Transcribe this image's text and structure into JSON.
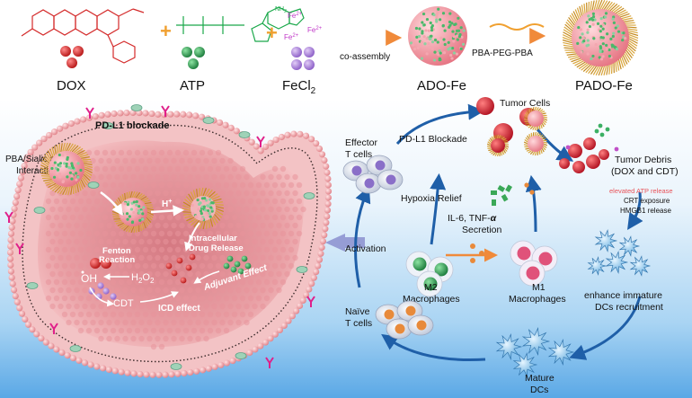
{
  "top_row": {
    "dox": "DOX",
    "atp": "ATP",
    "fecl2_base": "FeCl",
    "fecl2_sub": "2",
    "fe_ion": "Fe",
    "fe_charge": "2+",
    "plus": "+",
    "co_assembly": "co-assembly",
    "ado_fe": "ADO-Fe",
    "peg": "PBA-PEG-PBA",
    "pado_fe": "PADO-Fe",
    "nh2": "NH",
    "nh2_sub": "2"
  },
  "cell": {
    "pdl1_blockade": "PD-L1 blockade",
    "pba_line1": "PBA/Sialic acid",
    "pba_line2": "Interaction",
    "h_plus": "H",
    "h_plus_sup": "+",
    "intracellular_line1": "Intracellular",
    "intracellular_line2": "Drug Release",
    "fenton_line1": "Fenton",
    "fenton_line2": "Reaction",
    "oh": "OH",
    "h2o2_a": "H",
    "h2o2_b": "2",
    "h2o2_c": "O",
    "h2o2_d": "2",
    "cdt": "CDT",
    "adjuvant": "Adjuvant Effect",
    "icd": "ICD effect"
  },
  "cycle": {
    "tumor_cells": "Tumor Cells",
    "pdl1_blockade": "PD-L1 Blockade",
    "effector_line1": "Effector",
    "effector_line2": "T cells",
    "tumor_debris_line1": "Tumor Debris",
    "tumor_debris_line2": "(DOX and CDT)",
    "elevated_atp": "elevated ATP release",
    "crt": "CRT exposure",
    "hmgb1": "HMGB1 release",
    "hypoxia": "Hypoxia Relief",
    "il6_line1": "IL-6, TNF-",
    "il6_alpha": "α",
    "il6_line2": "Secretion",
    "activation": "Activation",
    "m2_line1": "M2",
    "m2_line2": "Macrophages",
    "m1_line1": "M1",
    "m1_line2": "Macrophages",
    "enhance_line1": "enhance immature",
    "enhance_line2": "DCs recruitment",
    "naive_line1": "Naïve",
    "naive_line2": "T cells",
    "mature_line1": "Mature",
    "mature_line2": "DCs"
  },
  "colors": {
    "dox": "#d42a2a",
    "atp": "#1aa84a",
    "fe": "#c038c8",
    "fe_dot": "#a57ad6",
    "arrow_blue": "#1f5fa8",
    "membrane": "#f2b5b7",
    "bg_blue": "#6fb6ea",
    "elevated": "#e8545a"
  }
}
